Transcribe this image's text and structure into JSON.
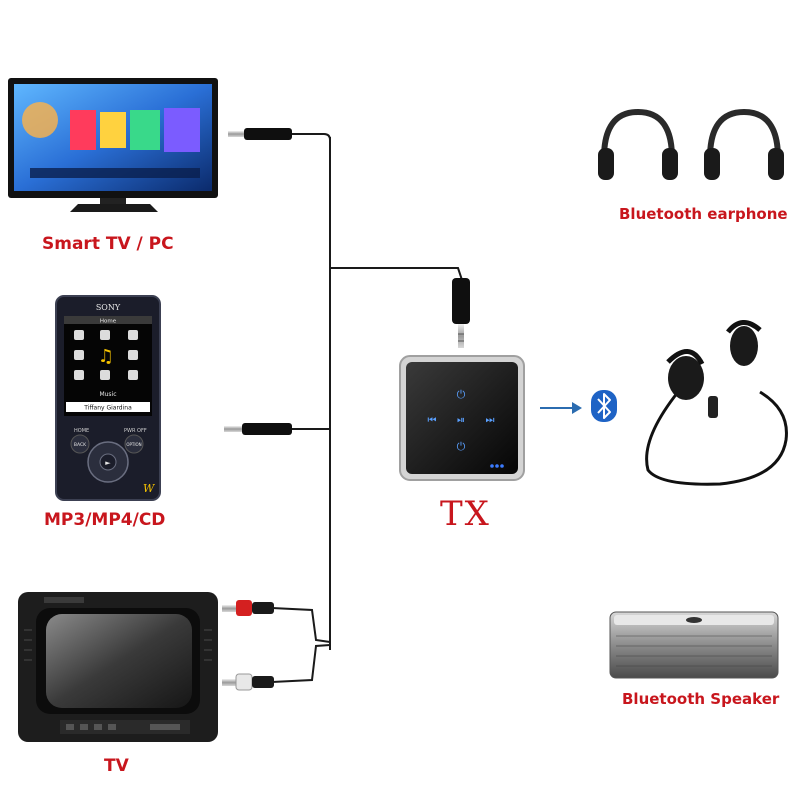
{
  "sources": {
    "smart_tv_pc": {
      "label": "Smart TV / PC"
    },
    "mp3_player": {
      "label": "MP3/MP4/CD",
      "brand": "SONY",
      "screen_title": "Home",
      "screen_item": "Music",
      "screen_track": "Tiffany Giardina",
      "btn_home": "HOME",
      "btn_back": "BACK",
      "btn_pwr": "PWR OFF",
      "btn_option": "OPTION",
      "logo": "W"
    },
    "crt_tv": {
      "label": "TV"
    }
  },
  "transmitter": {
    "label": "TX"
  },
  "targets": {
    "earphone": {
      "label": "Bluetooth earphone"
    },
    "speaker": {
      "label": "Bluetooth Speaker"
    }
  },
  "colors": {
    "label": "#c8161d",
    "cable": "#1a1a1a",
    "arrow": "#2b6cb0",
    "bluetooth_badge": "#1e63c5",
    "rca_red": "#d42020",
    "rca_white": "#e8e8e8"
  }
}
